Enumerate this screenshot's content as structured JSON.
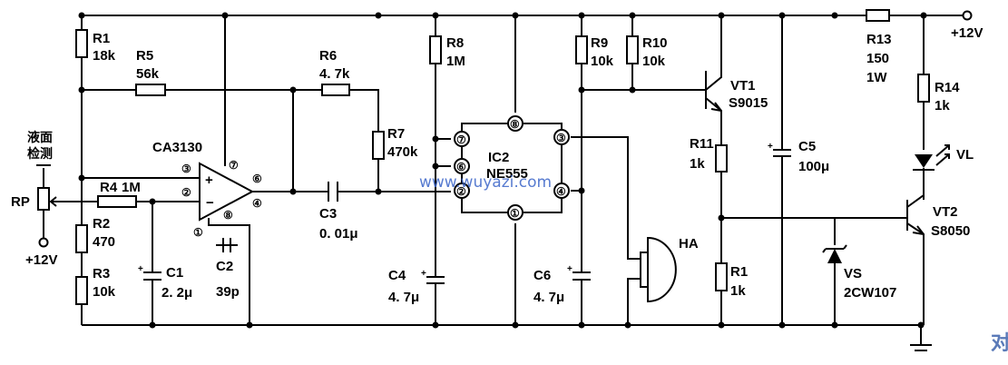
{
  "supply": {
    "top": "+12V",
    "rp": "+12V"
  },
  "sense": {
    "line1": "液面",
    "line2": "检测",
    "rp": "RP"
  },
  "resistors": [
    {
      "id": "R1",
      "value": "18k"
    },
    {
      "id": "R5",
      "value": "56k"
    },
    {
      "id": "R6",
      "value": "4. 7k"
    },
    {
      "id": "R8",
      "value": "1M"
    },
    {
      "id": "R9",
      "value": "10k"
    },
    {
      "id": "R10",
      "value": "10k"
    },
    {
      "id": "R13",
      "value": "150",
      "extra": "1W"
    },
    {
      "id": "R14",
      "value": "1k"
    },
    {
      "id": "R7",
      "value": "470k"
    },
    {
      "id": "R4",
      "value": "1M"
    },
    {
      "id": "R2",
      "value": "470"
    },
    {
      "id": "R3",
      "value": "10k"
    },
    {
      "id": "R11",
      "value": "1k"
    },
    {
      "id": "R1",
      "value": "1k"
    }
  ],
  "capacitors": [
    {
      "id": "C1",
      "value": "2. 2μ"
    },
    {
      "id": "C2",
      "value": "39p"
    },
    {
      "id": "C3",
      "value": "0. 01μ"
    },
    {
      "id": "C4",
      "value": "4. 7μ"
    },
    {
      "id": "C6",
      "value": "4. 7μ"
    },
    {
      "id": "C5",
      "value": "100μ"
    }
  ],
  "opamp": {
    "name": "CA3130",
    "pins": [
      "③",
      "②",
      "⑦",
      "⑥",
      "④",
      "①",
      "⑧"
    ]
  },
  "ic2": {
    "name": "IC2",
    "part": "NE555",
    "pins": [
      "⑧",
      "⑦",
      "⑥",
      "②",
      "③",
      "④",
      "①"
    ]
  },
  "transistors": [
    {
      "id": "VT1",
      "part": "S9015"
    },
    {
      "id": "VT2",
      "part": "S8050"
    }
  ],
  "diode": {
    "id": "VS",
    "part": "2CW107"
  },
  "led": {
    "id": "VL"
  },
  "buzzer": {
    "id": "HA"
  },
  "watermark": "www.wuyazi.com",
  "corner_mark": "对"
}
